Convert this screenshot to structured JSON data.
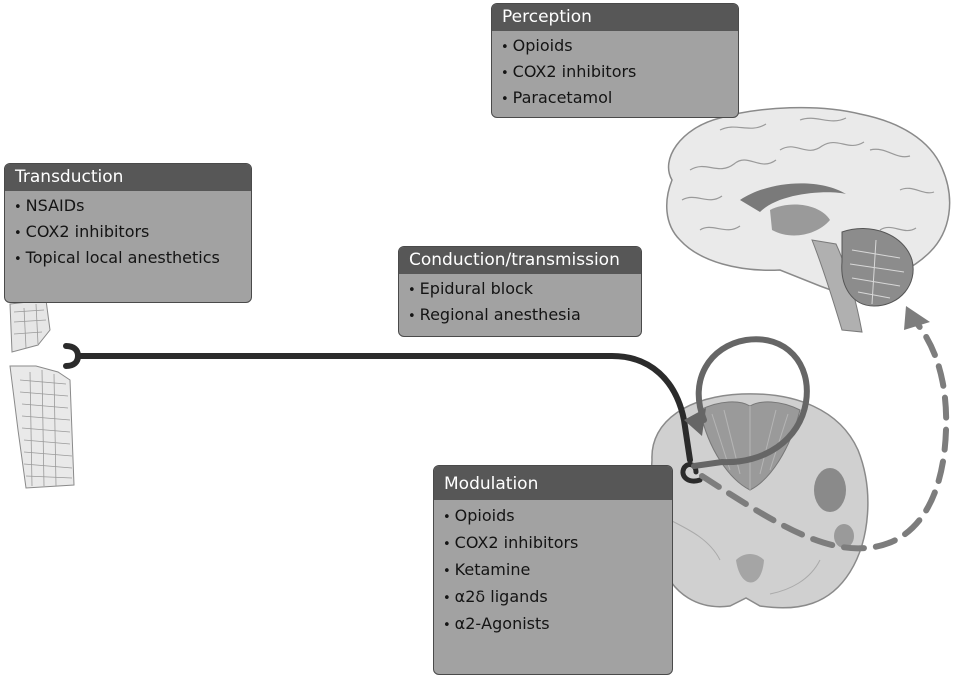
{
  "palette": {
    "box_fill": "#a2a2a2",
    "box_header": "#575757",
    "box_border": "#4a4a4a",
    "pathway_arrow": "#2b2b2b",
    "modulation_arrow": "#666666",
    "perception_arrow": "#7d7d7d"
  },
  "boxes": {
    "perception": {
      "title": "Perception",
      "items": [
        "Opioids",
        "COX2 inhibitors",
        "Paracetamol"
      ]
    },
    "transduction": {
      "title": "Transduction",
      "items": [
        "NSAIDs",
        "COX2 inhibitors",
        "Topical local anesthetics"
      ]
    },
    "conduction": {
      "title": "Conduction/transmission",
      "items": [
        "Epidural block",
        "Regional anesthesia"
      ]
    },
    "modulation": {
      "title": "Modulation",
      "items": [
        "Opioids",
        "COX2 inhibitors",
        "Ketamine",
        "α2δ ligands",
        "α2-Agonists"
      ]
    }
  },
  "illustrations": {
    "skin": "skin-tissue-illustration",
    "brain": "brain-sagittal-illustration",
    "spinal_cord": "spinal-cord-cross-section-illustration"
  }
}
